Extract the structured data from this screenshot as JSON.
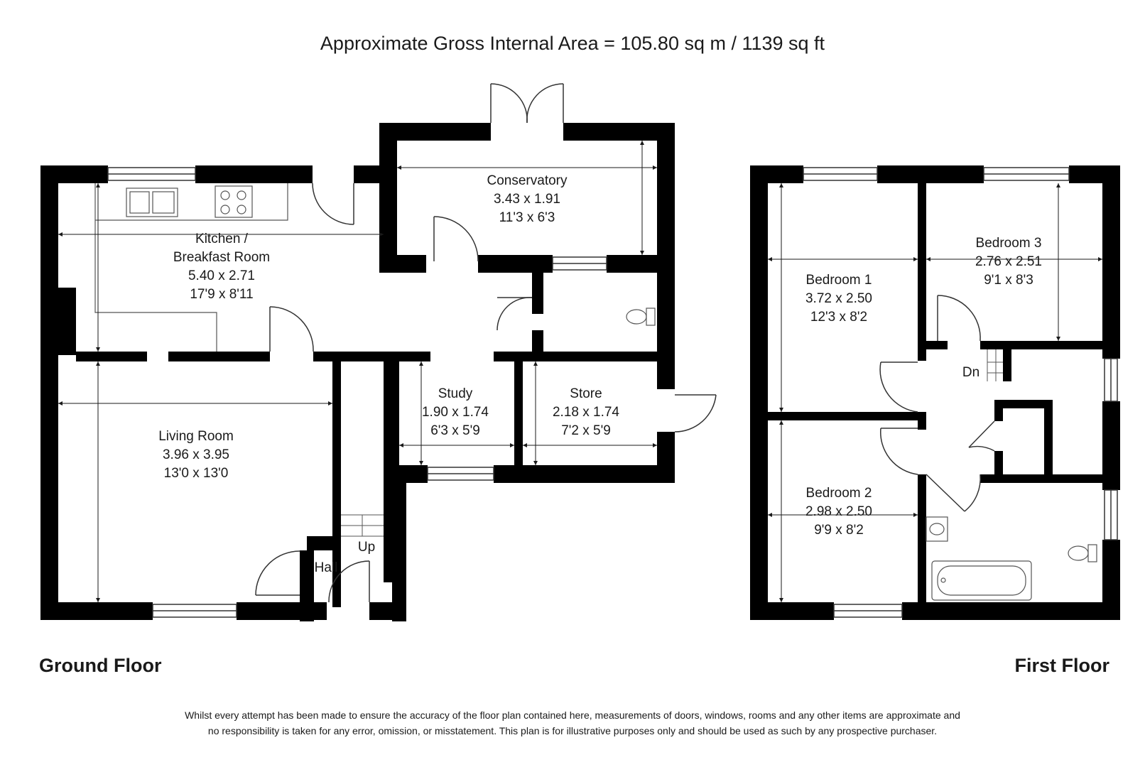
{
  "title": "Approximate Gross Internal Area = 105.80 sq m / 1139 sq ft",
  "ground_floor_label": "Ground Floor",
  "first_floor_label": "First Floor",
  "rooms": {
    "conservatory": {
      "name": "Conservatory",
      "metric": "3.43 x 1.91",
      "imperial": "11'3 x 6'3"
    },
    "kitchen": {
      "name_line1": "Kitchen /",
      "name_line2": "Breakfast Room",
      "metric": "5.40 x 2.71",
      "imperial": "17'9 x 8'11"
    },
    "living": {
      "name": "Living Room",
      "metric": "3.96 x 3.95",
      "imperial": "13'0 x 13'0"
    },
    "study": {
      "name": "Study",
      "metric": "1.90 x 1.74",
      "imperial": "6'3 x 5'9"
    },
    "store": {
      "name": "Store",
      "metric": "2.18 x 1.74",
      "imperial": "7'2 x 5'9"
    },
    "bedroom1": {
      "name": "Bedroom 1",
      "metric": "3.72 x 2.50",
      "imperial": "12'3 x 8'2"
    },
    "bedroom2": {
      "name": "Bedroom 2",
      "metric": "2.98 x 2.50",
      "imperial": "9'9 x 8'2"
    },
    "bedroom3": {
      "name": "Bedroom 3",
      "metric": "2.76 x 2.51",
      "imperial": "9'1 x 8'3"
    }
  },
  "labels": {
    "hall": "Hall",
    "up": "Up",
    "dn": "Dn"
  },
  "disclaimer": {
    "line1": "Whilst every attempt has been made to ensure the accuracy of the floor plan contained here, measurements of doors, windows, rooms and any other items are approximate and",
    "line2": "no responsibility is taken for any error, omission, or misstatement. This plan is for illustrative purposes only and should be used as such by any prospective purchaser."
  }
}
